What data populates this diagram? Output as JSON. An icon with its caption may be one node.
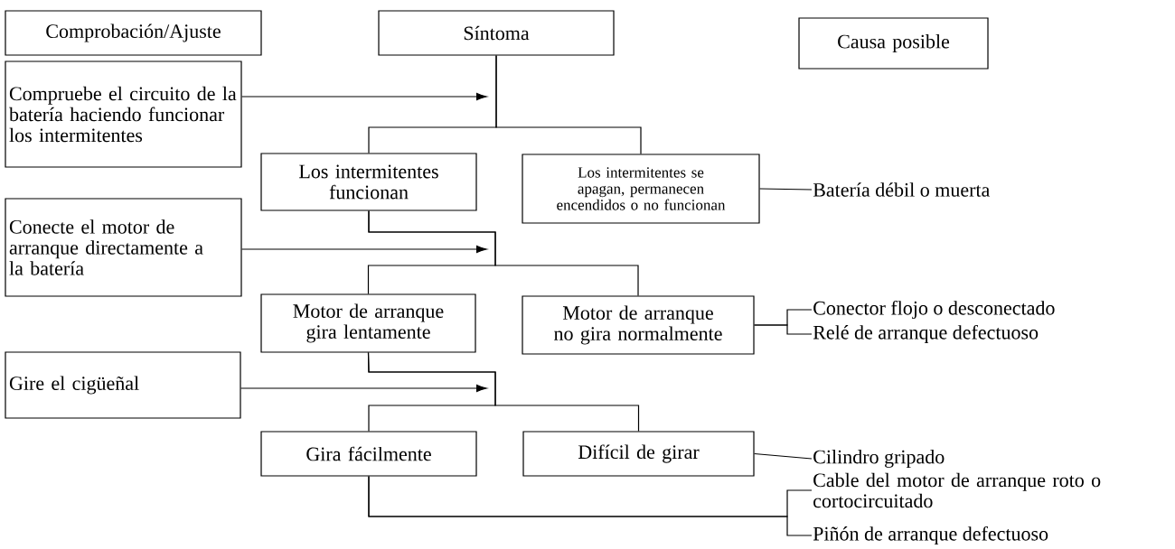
{
  "diagram": {
    "nodes": [
      {
        "text": [
          "Comprobación/Ajuste"
        ]
      },
      {
        "text": [
          "Síntoma"
        ]
      },
      {
        "text": [
          "Causa posible"
        ]
      },
      {
        "text": [
          "Compruebe el circuito de la batería haciendo funcionar los intermitentes"
        ]
      },
      {
        "text": [
          "Los intermitentes funcionan"
        ]
      },
      {
        "text": [
          "Los intermitentes se apagan, permanecen encendidos o no funcionan"
        ]
      },
      {
        "text": [
          "Batería débil o muerta"
        ]
      },
      {
        "text": [
          "Conecte el motor de arranque directamente a la batería"
        ]
      },
      {
        "text": [
          "Motor de arranque gira lentamente"
        ]
      },
      {
        "text": [
          "Motor de arranque no gira normalmente"
        ]
      },
      {
        "text": [
          "Conector flojo o desconectado"
        ]
      },
      {
        "text": [
          "Relé de arranque defectuoso"
        ]
      },
      {
        "text": [
          "Gire el cigüeñal"
        ]
      },
      {
        "text": [
          "Gira fácilmente"
        ]
      },
      {
        "text": [
          "Difícil de girar"
        ]
      },
      {
        "text": [
          "Cilindro gripado"
        ]
      },
      {
        "text": [
          "Cable del motor de arranque roto o cortocircuitado"
        ]
      },
      {
        "text": [
          "Piñón de arranque defectuoso"
        ]
      }
    ],
    "edges": [
      {
        "from": 1,
        "to": 4,
        "arrow": "none"
      },
      {
        "from": 1,
        "to": 5,
        "arrow": "none"
      },
      {
        "from": 3,
        "to": null,
        "arrow": "to"
      },
      {
        "from": 5,
        "to": 6,
        "arrow": "none"
      },
      {
        "from": 4,
        "to": 8,
        "arrow": "none"
      },
      {
        "from": 4,
        "to": 9,
        "arrow": "none"
      },
      {
        "from": 7,
        "to": null,
        "arrow": "to"
      },
      {
        "from": 9,
        "to": 10,
        "arrow": "none"
      },
      {
        "from": 9,
        "to": 11,
        "arrow": "none"
      },
      {
        "from": 8,
        "to": 13,
        "arrow": "none"
      },
      {
        "from": 8,
        "to": 14,
        "arrow": "none"
      },
      {
        "from": 12,
        "to": null,
        "arrow": "to"
      },
      {
        "from": 14,
        "to": 15,
        "arrow": "none"
      },
      {
        "from": 13,
        "to": 16,
        "arrow": "none"
      },
      {
        "from": 13,
        "to": 17,
        "arrow": "none"
      }
    ]
  }
}
